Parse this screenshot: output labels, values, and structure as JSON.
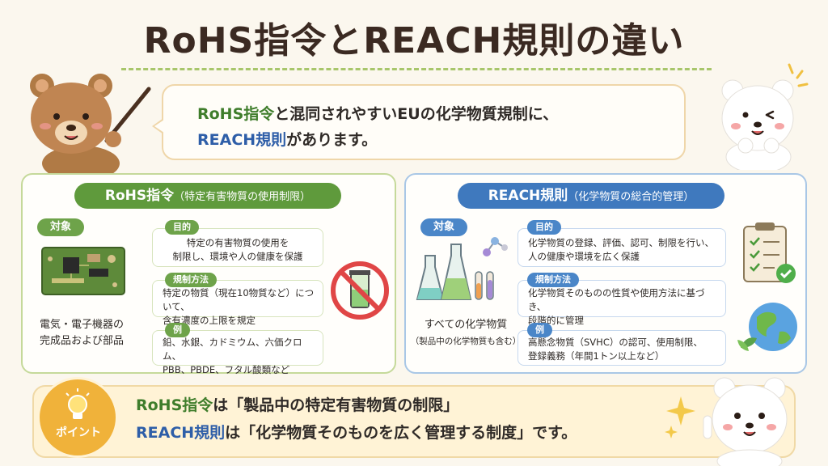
{
  "title": "RoHS指令とREACH規則の違い",
  "intro": {
    "line1_highlight": "RoHS指令",
    "line1_rest": "と混同されやすいEUの化学物質規制に、",
    "line2_highlight": "REACH規則",
    "line2_rest": "があります。"
  },
  "rohs": {
    "header": "RoHS指令",
    "header_sub": "（特定有害物質の使用制限）",
    "target_label": "対象",
    "target_line1": "電気・電子機器の",
    "target_line2": "完成品および部品",
    "purpose_label": "目的",
    "purpose_line1": "特定の有害物質の使用を",
    "purpose_line2": "制限し、環境や人の健康を保護",
    "method_label": "規制方法",
    "method_line1": "特定の物質（現在10物質など）について、",
    "method_line2": "含有濃度の上限を規定",
    "example_label": "例",
    "example_line1": "鉛、水銀、カドミウム、六価クロム、",
    "example_line2": "PBB、PBDE、フタル酸類など"
  },
  "reach": {
    "header": "REACH規則",
    "header_sub": "（化学物質の総合的管理）",
    "target_label": "対象",
    "target_line1": "すべての化学物質",
    "target_line2": "（製品中の化学物質も含む）",
    "purpose_label": "目的",
    "purpose_line1": "化学物質の登録、評価、認可、制限を行い、",
    "purpose_line2": "人の健康や環境を広く保護",
    "method_label": "規制方法",
    "method_line1": "化学物質そのものの性質や使用方法に基づき、",
    "method_line2": "段階的に管理",
    "example_label": "例",
    "example_line1": "高懸念物質（SVHC）の認可、使用制限、",
    "example_line2": "登録義務（年間1トン以上など）"
  },
  "point": {
    "badge_label": "ポイント",
    "line1_highlight": "RoHS指令",
    "line1_rest": "は「製品中の特定有害物質の制限」",
    "line2_highlight": "REACH規則",
    "line2_rest": "は「化学物質そのものを広く管理する制度」です。"
  },
  "colors": {
    "rohs_green": "#5f9a3c",
    "reach_blue": "#3f79be",
    "point_orange": "#f0b23a",
    "background": "#fbf7ee"
  },
  "icons": [
    "bear-teacher-illustration",
    "polar-bear-illustration",
    "circuit-board-icon",
    "no-substance-icon",
    "flask-icon",
    "molecule-icon",
    "checklist-icon",
    "earth-icon",
    "lightbulb-icon",
    "sparkle-icon"
  ]
}
